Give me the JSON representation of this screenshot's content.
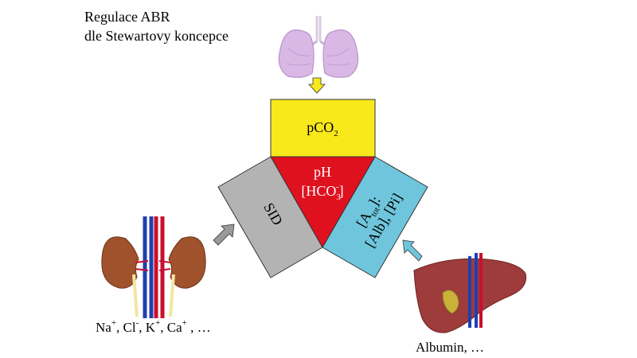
{
  "title": {
    "line1": "Regulace ABR",
    "line2": "dle Stewartovy koncepce"
  },
  "boxes": {
    "pco2": {
      "main": "pCO",
      "sub": "2",
      "color": "#f8e81c"
    },
    "ph": {
      "line1": "pH",
      "line2_main": "[HCO",
      "line2_sub": "3",
      "line2_sup": "-",
      "line2_end": "]",
      "color": "#e0111e"
    },
    "sid": {
      "label": "SID",
      "color": "#b3b3b3"
    },
    "atot": {
      "line1_main": "[A",
      "line1_sub": "tot",
      "line1_end": "]:",
      "line2": "[Alb], [Pi]",
      "color": "#6fc6dc"
    }
  },
  "organs": {
    "lungs": {
      "icon": "lungs-icon"
    },
    "kidneys": {
      "icon": "kidneys-icon"
    },
    "liver": {
      "icon": "liver-icon"
    }
  },
  "labels": {
    "kidney_ions": {
      "na": "Na",
      "na_sup": "+",
      "sep1": ", Cl",
      "cl_sup": "-",
      "sep2": ", K",
      "k_sup": "+",
      "sep3": ", Ca",
      "ca_sup": "+",
      "tail": " ,  …"
    },
    "liver": "Albumin,  …"
  },
  "arrows": {
    "lung_color": "#f8e81c",
    "kidney_color": "#9a9a9a",
    "liver_color": "#6fc6dc"
  }
}
